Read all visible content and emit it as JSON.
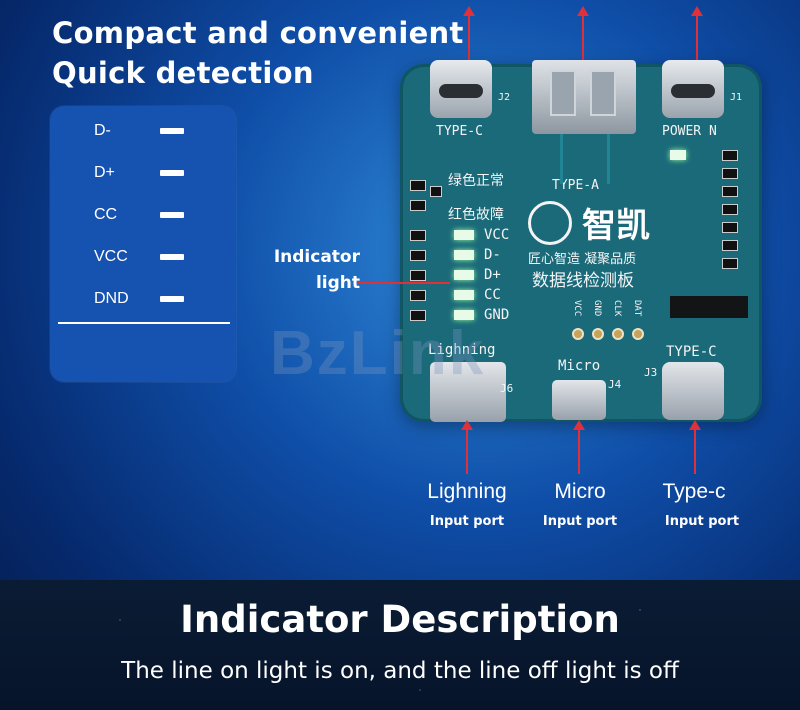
{
  "headline": {
    "line1": "Compact and convenient",
    "line2": "Quick detection"
  },
  "legend": {
    "items": [
      {
        "label": "D-"
      },
      {
        "label": "D+"
      },
      {
        "label": "CC"
      },
      {
        "label": "VCC"
      },
      {
        "label": "DND"
      }
    ]
  },
  "watermark": "BzLink",
  "callout": {
    "line1": "Indicator",
    "line2": "light"
  },
  "board": {
    "top_left_label": "TYPE-C",
    "top_left_ref": "J2",
    "top_right_label": "POWER N",
    "top_right_ref": "J1",
    "usb_a_label": "TYPE-A",
    "status_green": "绿色正常",
    "status_red": "红色故障",
    "brand_name": "智凯",
    "slogan": "匠心智造 凝聚品质",
    "board_title": "数据线检测板",
    "led_labels": [
      "VCC",
      "D-",
      "D+",
      "CC",
      "GND"
    ],
    "pin_labels": [
      "VCC",
      "GND",
      "CLK",
      "DAT"
    ],
    "bottom_lightning_label": "Lighning",
    "bottom_lightning_ref": "J6",
    "bottom_micro_label": "Micro",
    "bottom_micro_ref": "J4",
    "bottom_typec_label": "TYPE-C",
    "bottom_typec_ref": "J3"
  },
  "ports": [
    {
      "name": "Lighning",
      "sub": "Input port"
    },
    {
      "name": "Micro",
      "sub": "Input port"
    },
    {
      "name": "Type-c",
      "sub": "Input port"
    }
  ],
  "footer": {
    "title": "Indicator Description",
    "subtitle": "The line on light is on, and the line off light is off"
  },
  "colors": {
    "background": "#0f4ea8",
    "legend_box": "#1652b0",
    "board": "#1a6a7a",
    "arrow": "#e0303a",
    "led": "#9dff9d",
    "footer": "#0a1c34"
  }
}
